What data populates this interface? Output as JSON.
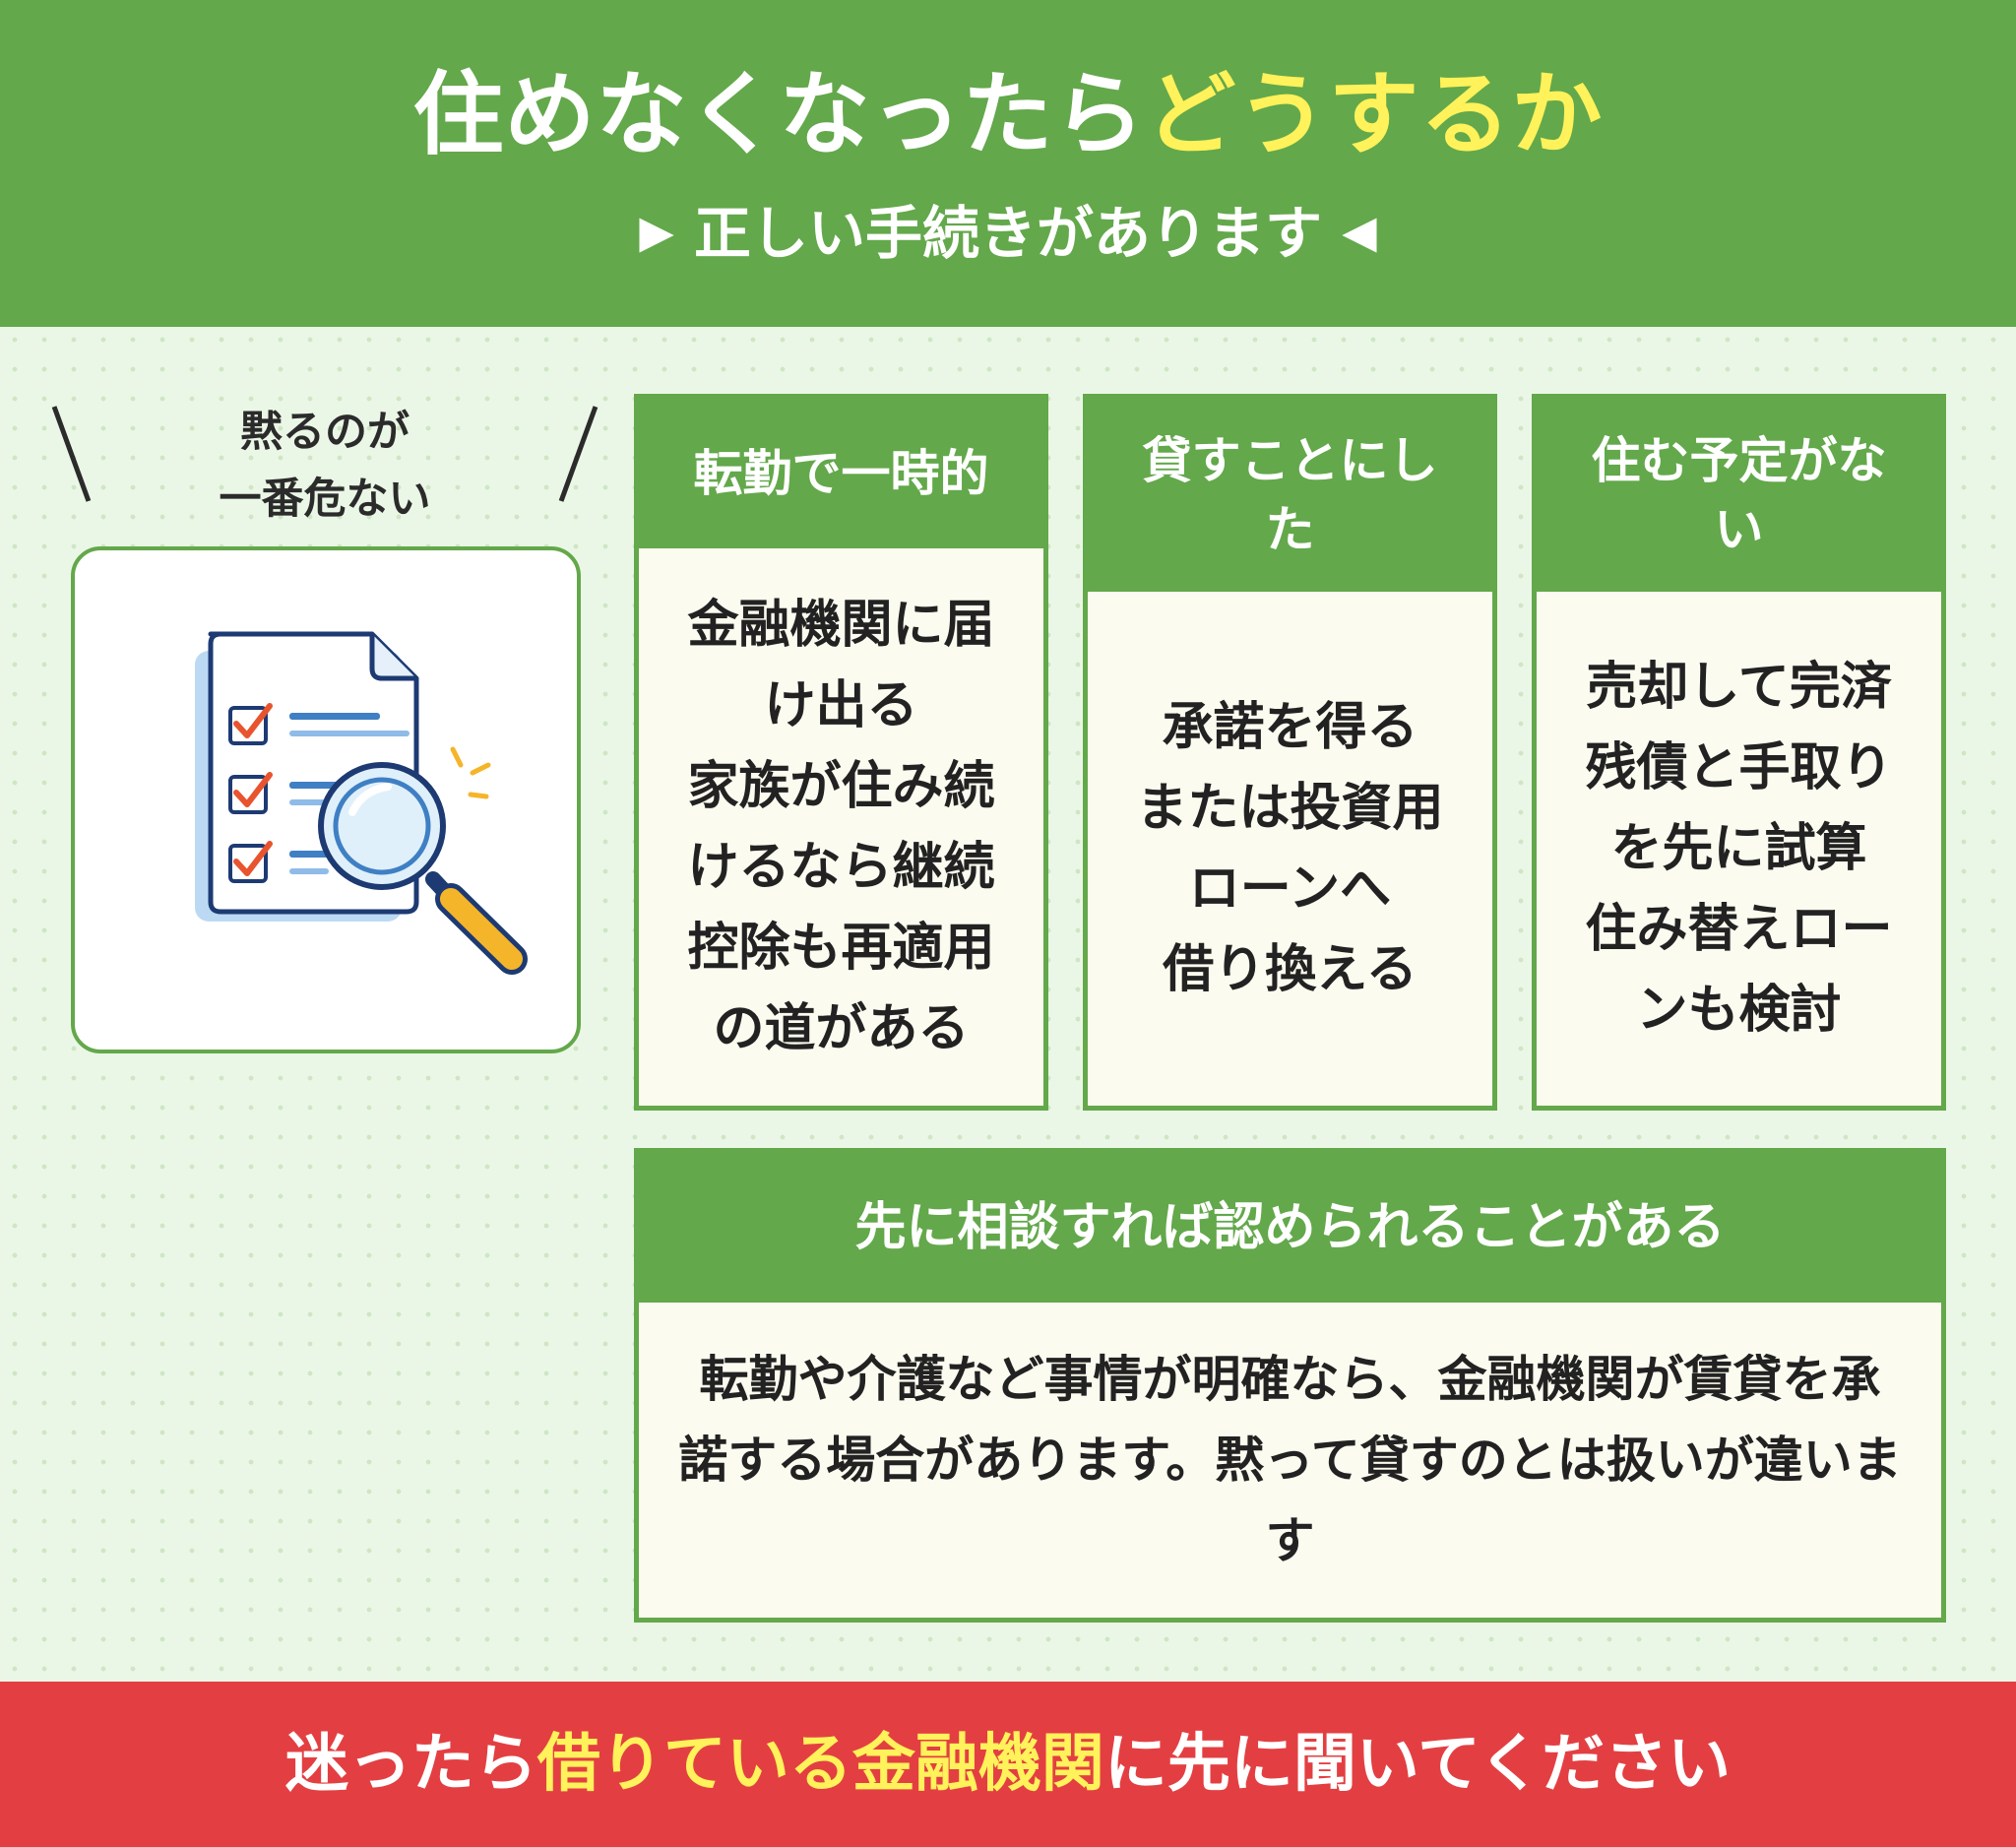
{
  "header": {
    "title_main": "住めなくなったら",
    "title_highlight": "どうするか",
    "subtitle_left_icon": "▶",
    "subtitle": "正しい手続きがあります",
    "subtitle_right_icon": "◀"
  },
  "speech": {
    "line1": "黙るのが",
    "line2": "一番危ない"
  },
  "illustration": {
    "icon": "document-checklist-magnifier-icon"
  },
  "cards": [
    {
      "title": "転勤で一時的",
      "body": [
        "金融機関に届",
        "け出る",
        "家族が住み続",
        "けるなら継続",
        "控除も再適用",
        "の道がある"
      ]
    },
    {
      "title": "貸すことにした",
      "body": [
        "承諾を得る",
        "または投資用",
        "ローンへ",
        "借り換える"
      ]
    },
    {
      "title": "住む予定がない",
      "body": [
        "売却して完済",
        "残債と手取り",
        "を先に試算",
        "住み替えロー",
        "ンも検討"
      ]
    }
  ],
  "wide": {
    "title": "先に相談すれば認められることがある",
    "body": "転勤や介護など事情が明確なら、金融機関が賃貸を承諾する場合があります。黙って貸すのとは扱いが違います"
  },
  "footer": {
    "part1": "迷ったら",
    "part2": "借りている金融機関",
    "part3": "に先に聞いてください"
  },
  "colors": {
    "green": "#63a84b",
    "yellow": "#fff25a",
    "red": "#e33f42",
    "cream": "#fbfbef",
    "background": "#ebf7e6"
  }
}
